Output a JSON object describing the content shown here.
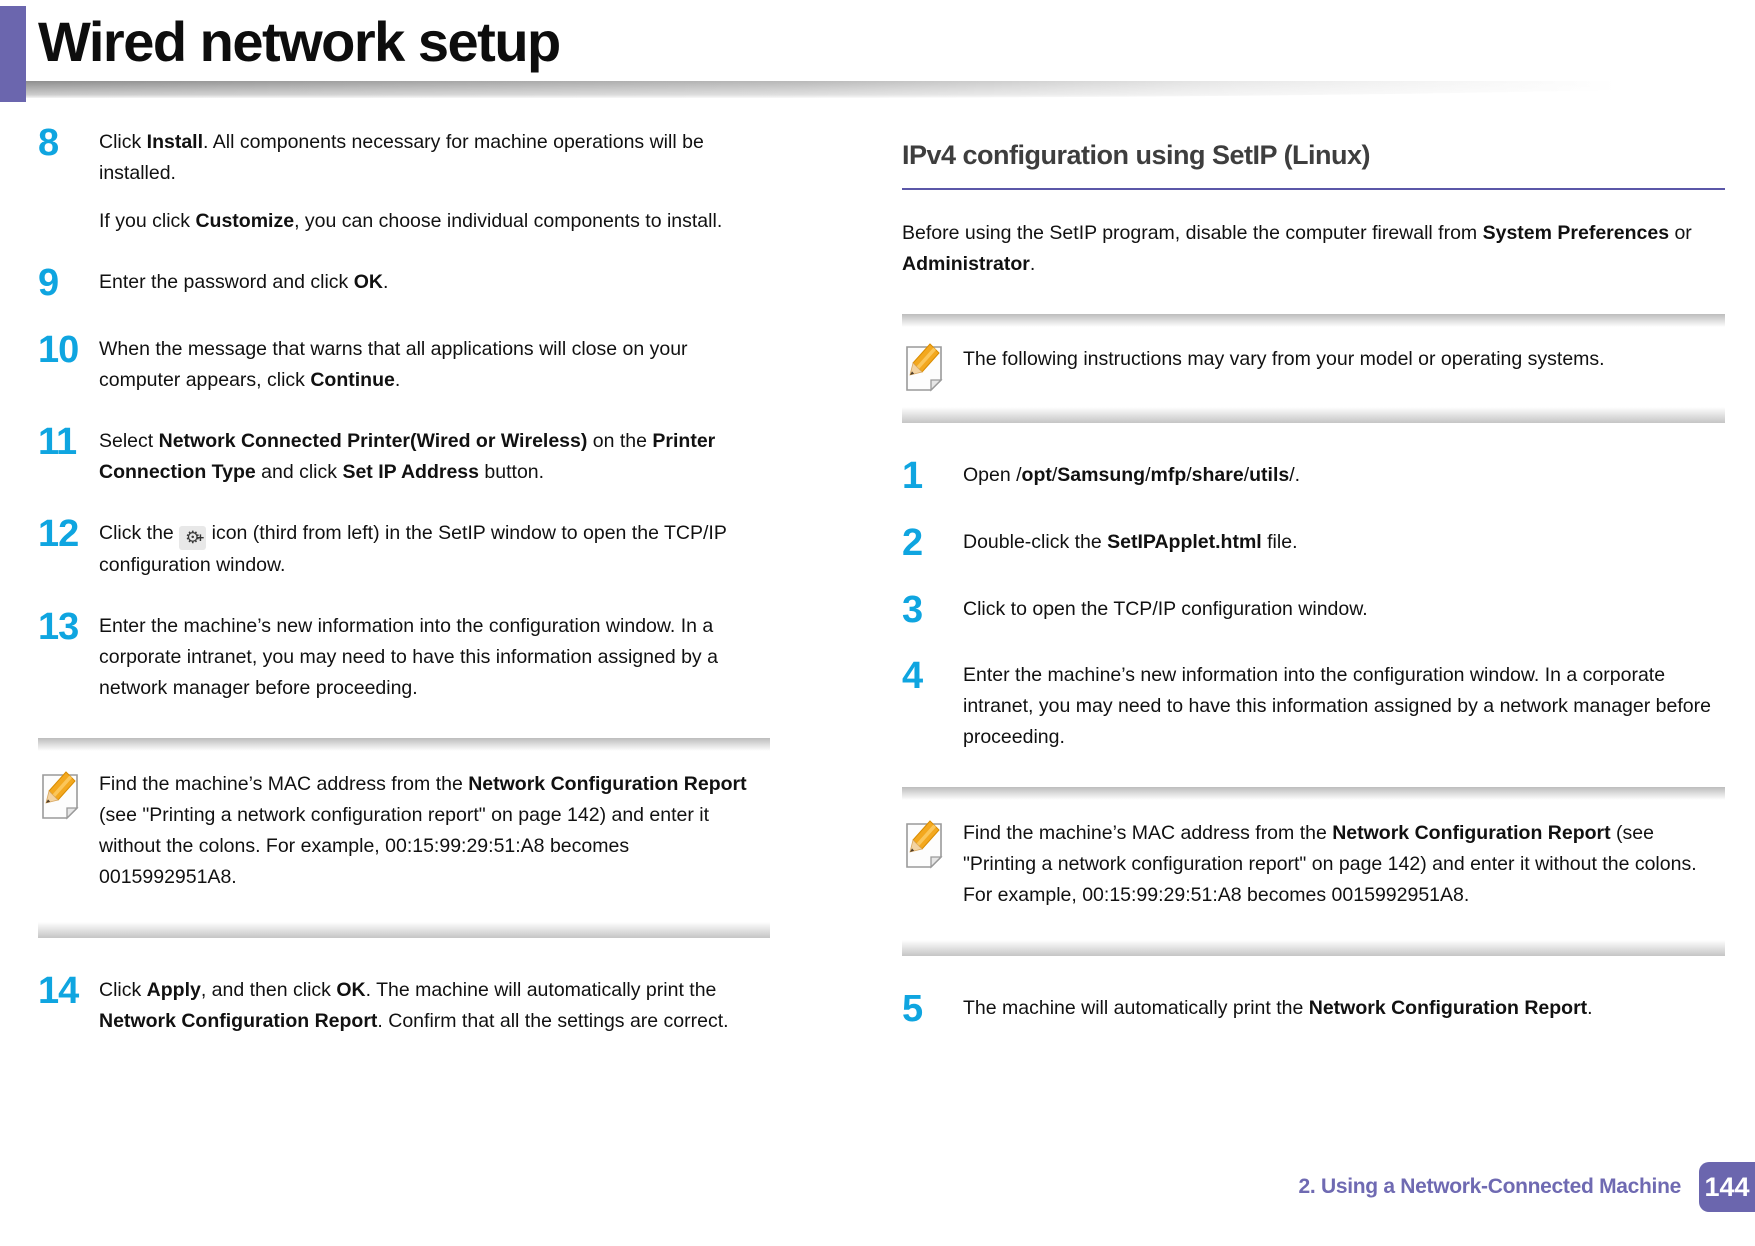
{
  "colors": {
    "accent_purple": "#6b66ae",
    "step_number_cyan": "#0fa5e0"
  },
  "header": {
    "title": "Wired network setup"
  },
  "left": {
    "steps": [
      {
        "num": "8",
        "p": [
          [
            {
              "t": "Click "
            },
            {
              "t": "Install",
              "b": true
            },
            {
              "t": ". All components necessary for machine operations will be installed."
            }
          ],
          [
            {
              "t": "If you click "
            },
            {
              "t": "Customize",
              "b": true
            },
            {
              "t": ", you can choose individual components to install."
            }
          ]
        ]
      },
      {
        "num": "9",
        "p": [
          [
            {
              "t": "Enter the password and click "
            },
            {
              "t": "OK",
              "b": true
            },
            {
              "t": "."
            }
          ]
        ]
      },
      {
        "num": "10",
        "p": [
          [
            {
              "t": "When the message that warns that all applications will close on your computer appears, click "
            },
            {
              "t": "Continue",
              "b": true
            },
            {
              "t": "."
            }
          ]
        ]
      },
      {
        "num": "11",
        "p": [
          [
            {
              "t": "Select "
            },
            {
              "t": "Network Connected Printer(Wired or Wireless)",
              "b": true
            },
            {
              "t": " on the "
            },
            {
              "t": "Printer Connection Type",
              "b": true
            },
            {
              "t": " and click "
            },
            {
              "t": "Set IP Address",
              "b": true
            },
            {
              "t": " button."
            }
          ]
        ]
      },
      {
        "num": "12",
        "p": [
          [
            {
              "t": "Click the "
            },
            {
              "icon": "gear-plus-icon"
            },
            {
              "t": " icon (third from left) in the SetIP window to open the TCP/IP configuration window."
            }
          ]
        ]
      },
      {
        "num": "13",
        "p": [
          [
            {
              "t": "Enter the machine’s new information into the configuration window. In a corporate intranet, you may need to have this information assigned by a network manager before proceeding."
            }
          ]
        ]
      },
      {
        "num": "14",
        "p": [
          [
            {
              "t": "Click "
            },
            {
              "t": "Apply",
              "b": true
            },
            {
              "t": ", and then click "
            },
            {
              "t": "OK",
              "b": true
            },
            {
              "t": ". The machine will automatically print the "
            },
            {
              "t": "Network Configuration Report",
              "b": true
            },
            {
              "t": ". Confirm that all the settings are correct."
            }
          ]
        ]
      }
    ],
    "note": [
      {
        "t": "Find the machine’s MAC address from the "
      },
      {
        "t": "Network Configuration Report",
        "b": true
      },
      {
        "t": " (see \"Printing a network configuration report\" on page 142) and enter it without the colons. For example, 00:15:99:29:51:A8 becomes 0015992951A8."
      }
    ]
  },
  "right": {
    "heading": "IPv4 configuration using SetIP (Linux)",
    "intro": [
      {
        "t": "Before using the SetIP program, disable the computer firewall from "
      },
      {
        "t": "System Preferences",
        "b": true
      },
      {
        "t": " or "
      },
      {
        "t": "Administrator",
        "b": true
      },
      {
        "t": "."
      }
    ],
    "note1": [
      {
        "t": "The following instructions may vary from your model or operating systems."
      }
    ],
    "steps": [
      {
        "num": "1",
        "p": [
          [
            {
              "t": "Open /"
            },
            {
              "t": "opt",
              "b": true
            },
            {
              "t": "/"
            },
            {
              "t": "Samsung",
              "b": true
            },
            {
              "t": "/"
            },
            {
              "t": "mfp",
              "b": true
            },
            {
              "t": "/"
            },
            {
              "t": "share",
              "b": true
            },
            {
              "t": "/"
            },
            {
              "t": "utils",
              "b": true
            },
            {
              "t": "/."
            }
          ]
        ]
      },
      {
        "num": "2",
        "p": [
          [
            {
              "t": "Double-click the "
            },
            {
              "t": "SetIPApplet.html",
              "b": true
            },
            {
              "t": " file."
            }
          ]
        ]
      },
      {
        "num": "3",
        "p": [
          [
            {
              "t": "Click to open the TCP/IP configuration window."
            }
          ]
        ]
      },
      {
        "num": "4",
        "p": [
          [
            {
              "t": "Enter the machine’s new information into the configuration window. In a corporate intranet, you may need to have this information assigned by a network manager before proceeding."
            }
          ]
        ]
      },
      {
        "num": "5",
        "p": [
          [
            {
              "t": "The machine will automatically print the "
            },
            {
              "t": "Network Configuration Report",
              "b": true
            },
            {
              "t": "."
            }
          ]
        ]
      }
    ],
    "note2": [
      {
        "t": "Find the machine’s MAC address from the "
      },
      {
        "t": "Network Configuration Report",
        "b": true
      },
      {
        "t": " (see \"Printing a network configuration report\" on page 142) and enter it without the colons. For example, 00:15:99:29:51:A8 becomes 0015992951A8."
      }
    ]
  },
  "footer": {
    "chapter": "2.  Using a Network-Connected Machine",
    "page_number": "144"
  }
}
